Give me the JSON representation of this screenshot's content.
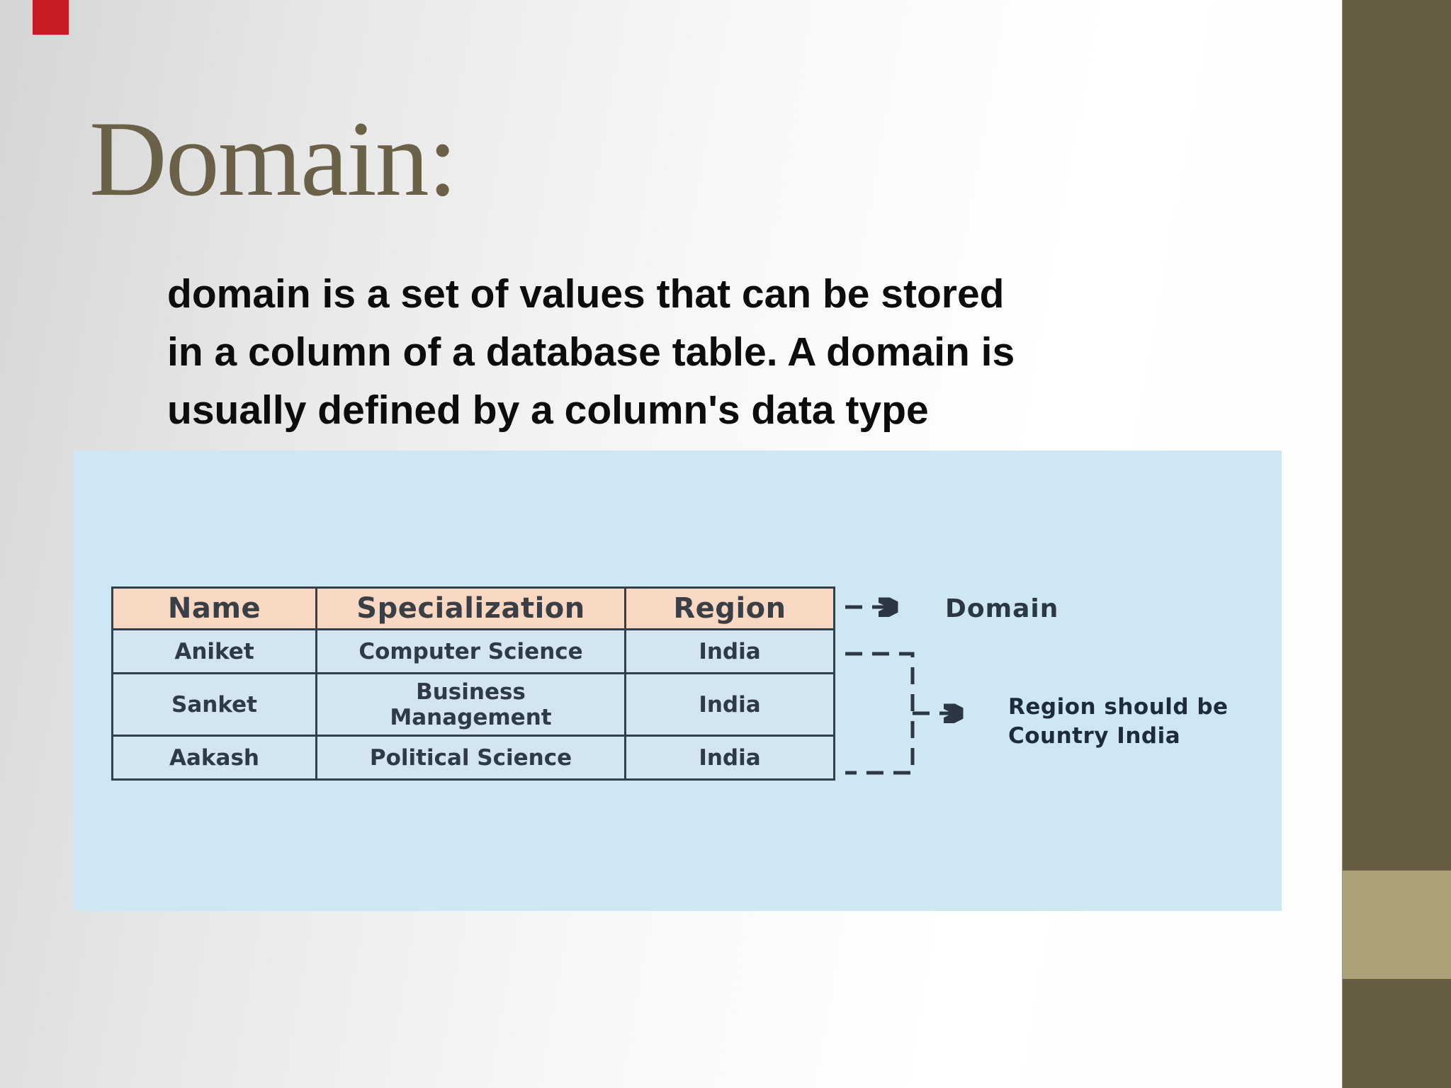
{
  "slide": {
    "title": "Domain:",
    "body_text": "domain is a set of values that can be stored\nin a column of a database table. A domain is\nusually defined by a column's data type"
  },
  "diagram": {
    "table": {
      "headers": [
        "Name",
        "Specialization",
        "Region"
      ],
      "rows": [
        {
          "cells": [
            "Aniket",
            "Computer Science",
            "India"
          ]
        },
        {
          "cells": [
            "Sanket",
            "Business\nManagement",
            "India"
          ]
        },
        {
          "cells": [
            "Aakash",
            "Political Science",
            "India"
          ]
        }
      ]
    },
    "annotations": {
      "domain_label": "Domain",
      "region_note_line1": "Region should be",
      "region_note_line2_prefix": "Country ",
      "region_note_bold": "India"
    }
  },
  "colors": {
    "title_text": "#6b6148",
    "body_text": "#0c0c0c",
    "panel_bg": "#cfe7f3",
    "header_cell_bg": "#f8d8c2",
    "cell_bg": "#d2e5f0",
    "table_border": "#32404c",
    "connector_line": "#2b3844",
    "sidebar": "#665d44",
    "sidebar_accent": "#aba377",
    "red_marker": "#c81d24"
  }
}
